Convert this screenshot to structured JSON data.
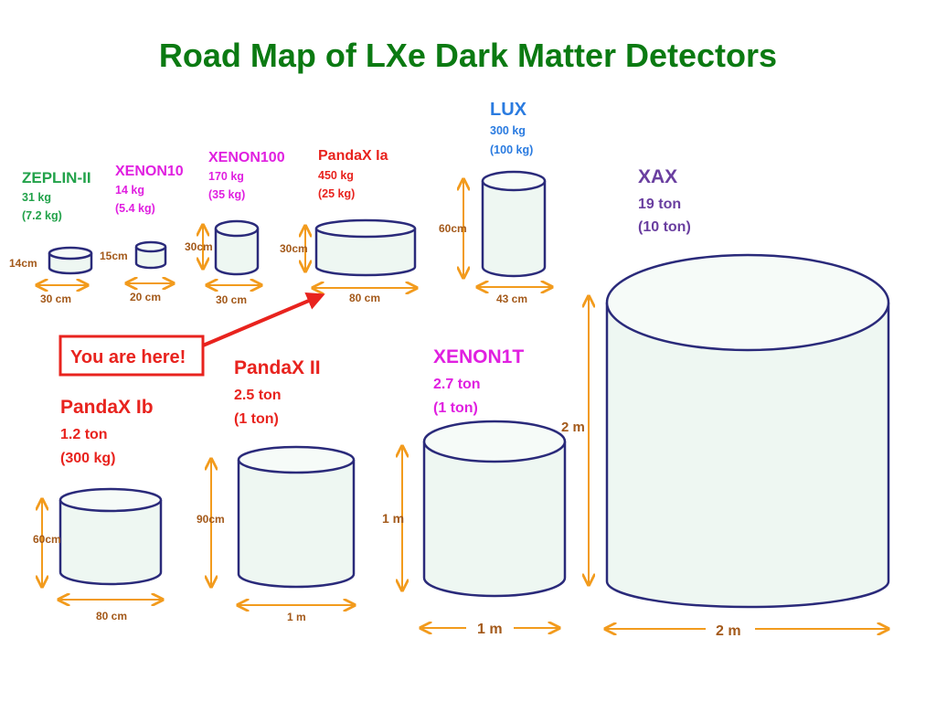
{
  "title": "Road Map of LXe Dark Matter Detectors",
  "callout": "You are here!",
  "colors": {
    "title": "#0b7a12",
    "zeplin": "#22a24a",
    "xenon": "#e020e0",
    "pandax": "#e8231e",
    "lux": "#2a7be0",
    "xax": "#6a3fa0",
    "dimension": "#a3591a",
    "arrow": "#f29b1d",
    "outline": "#2a2a7a",
    "fill": "#eef7f2"
  },
  "detectors": [
    {
      "id": "zeplin",
      "name": "ZEPLIN-II",
      "mass": "31 kg",
      "fiducial": "(7.2 kg)",
      "height": "14cm",
      "width": "30 cm"
    },
    {
      "id": "xenon10",
      "name": "XENON10",
      "mass": "14 kg",
      "fiducial": "(5.4 kg)",
      "height": "15cm",
      "width": "20 cm"
    },
    {
      "id": "xenon100",
      "name": "XENON100",
      "mass": "170 kg",
      "fiducial": "(35 kg)",
      "height": "30cm",
      "width": "30 cm"
    },
    {
      "id": "pandaxia",
      "name": "PandaX Ia",
      "mass": "450 kg",
      "fiducial": "(25 kg)",
      "height": "30cm",
      "width": "80 cm"
    },
    {
      "id": "lux",
      "name": "LUX",
      "mass": "300 kg",
      "fiducial": "(100 kg)",
      "height": "60cm",
      "width": "43 cm"
    },
    {
      "id": "xax",
      "name": "XAX",
      "mass": "19 ton",
      "fiducial": "(10 ton)",
      "height": "2 m",
      "width": "2 m"
    },
    {
      "id": "pandaxib",
      "name": "PandaX Ib",
      "mass": "1.2 ton",
      "fiducial": "(300 kg)",
      "height": "60cm",
      "width": "80 cm"
    },
    {
      "id": "pandaxii",
      "name": "PandaX II",
      "mass": "2.5 ton",
      "fiducial": "(1 ton)",
      "height": "90cm",
      "width": "1 m"
    },
    {
      "id": "xenon1t",
      "name": "XENON1T",
      "mass": "2.7 ton",
      "fiducial": "(1 ton)",
      "height": "1 m",
      "width": "1 m"
    }
  ]
}
